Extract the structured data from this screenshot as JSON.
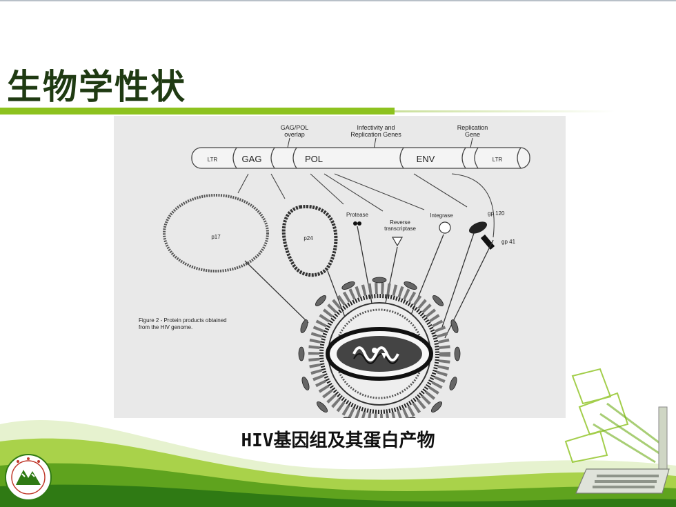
{
  "slide": {
    "title": "生物学性状",
    "caption": "HIV基因组及其蛋白产物"
  },
  "figure": {
    "genome_segments": [
      "LTR",
      "GAG",
      "POL",
      "ENV",
      "LTR"
    ],
    "top_labels": {
      "gag_pol_line1": "GAG/POL",
      "gag_pol_line2": "overlap",
      "infectivity_line1": "Infectivity and",
      "infectivity_line2": "Replication Genes",
      "replication_line1": "Replication",
      "replication_line2": "Gene"
    },
    "proteins": {
      "p17": "p17",
      "p24": "p24",
      "protease": "Protease",
      "rt_line1": "Reverse",
      "rt_line2": "transcriptase",
      "integrase": "Integrase",
      "gp120": "gp 120",
      "gp41": "gp 41"
    },
    "legend_line1": "Figure 2 - Protein products obtained",
    "legend_line2": "from the HIV genome."
  },
  "colors": {
    "title": "#1f3a12",
    "accent_green": "#8dc21f",
    "figure_bg": "#e9e9e9"
  }
}
